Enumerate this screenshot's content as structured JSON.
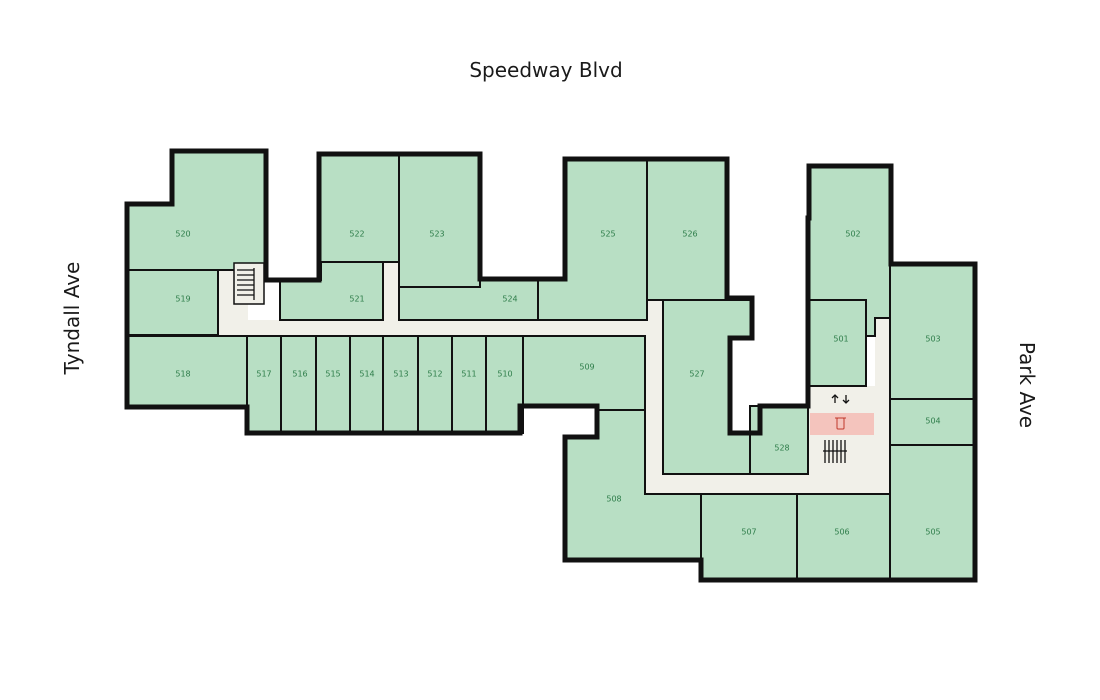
{
  "streets": {
    "top": "Speedway Blvd",
    "left": "Tyndall Ave",
    "right": "Park Ave"
  },
  "rooms": {
    "r520": "520",
    "r519": "519",
    "r518": "518",
    "r517": "517",
    "r516": "516",
    "r515": "515",
    "r514": "514",
    "r513": "513",
    "r512": "512",
    "r511": "511",
    "r510": "510",
    "r522": "522",
    "r521": "521",
    "r523": "523",
    "r524": "524",
    "r525": "525",
    "r526": "526",
    "r509": "509",
    "r527": "527",
    "r508": "508",
    "r507": "507",
    "r506": "506",
    "r505": "505",
    "r528": "528",
    "r502": "502",
    "r501": "501",
    "r503": "503",
    "r504": "504"
  },
  "icons": {
    "elevator": "elevator-arrows-icon",
    "restroom": "restroom-icon",
    "stairs": "stairs-icon"
  },
  "colors": {
    "room_fill": "#b8dfc4",
    "room_label": "#2e7d4a",
    "corridor": "#f1f0e9",
    "restroom_highlight": "#f4c4bd",
    "walls": "#111111"
  }
}
